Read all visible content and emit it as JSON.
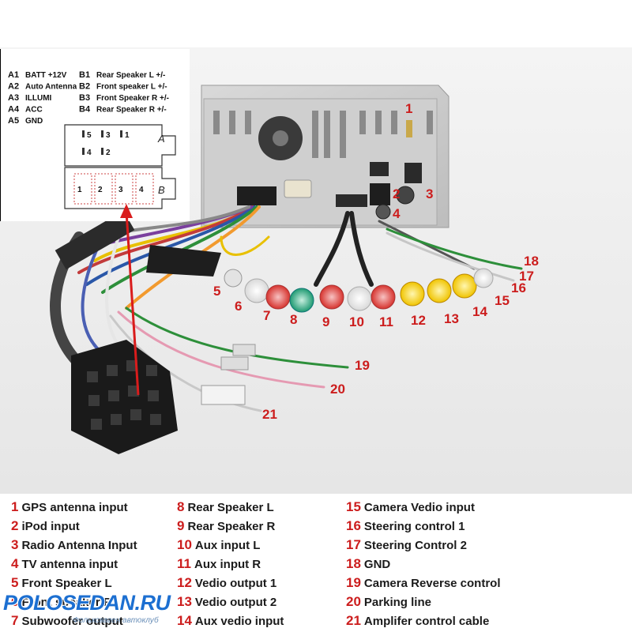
{
  "pinout": {
    "left": [
      {
        "code": "A1",
        "label": "BATT +12V"
      },
      {
        "code": "A2",
        "label": "Auto Antenna"
      },
      {
        "code": "A3",
        "label": "ILLUMI"
      },
      {
        "code": "A4",
        "label": "ACC"
      },
      {
        "code": "A5",
        "label": "GND"
      }
    ],
    "right": [
      {
        "code": "B1",
        "label": "Rear Speaker L +/-"
      },
      {
        "code": "B2",
        "label": "Front speaker L +/-"
      },
      {
        "code": "B3",
        "label": "Front Speaker R +/-"
      },
      {
        "code": "B4",
        "label": "Rear Speaker R +/-"
      }
    ],
    "connector_a": {
      "letter": "A",
      "pins": [
        "5",
        "3",
        "1",
        "4",
        "2"
      ]
    },
    "connector_b": {
      "letter": "B",
      "pins": [
        "1",
        "2",
        "3",
        "4"
      ]
    }
  },
  "callouts": [
    "1",
    "2",
    "3",
    "4",
    "5",
    "6",
    "7",
    "8",
    "9",
    "10",
    "11",
    "12",
    "13",
    "14",
    "15",
    "16",
    "17",
    "18",
    "19",
    "20",
    "21"
  ],
  "legend": {
    "col1": [
      {
        "n": "1",
        "label": "GPS antenna input"
      },
      {
        "n": "2",
        "label": "iPod input"
      },
      {
        "n": "3",
        "label": "Radio Antenna Input"
      },
      {
        "n": "4",
        "label": "TV antenna input"
      },
      {
        "n": "5",
        "label": "Front Speaker L"
      },
      {
        "n": "6",
        "label": "Front speaker R"
      },
      {
        "n": "7",
        "label": "Subwoofer output"
      }
    ],
    "col2": [
      {
        "n": "8",
        "label": "Rear Speaker L"
      },
      {
        "n": "9",
        "label": "Rear Speaker R"
      },
      {
        "n": "10",
        "label": "Aux input L"
      },
      {
        "n": "11",
        "label": "Aux input R"
      },
      {
        "n": "12",
        "label": "Vedio output 1"
      },
      {
        "n": "13",
        "label": "Vedio output 2"
      },
      {
        "n": "14",
        "label": "Aux vedio input"
      }
    ],
    "col3": [
      {
        "n": "15",
        "label": "Camera Vedio input"
      },
      {
        "n": "16",
        "label": "Steering control 1"
      },
      {
        "n": "17",
        "label": "Steering Control 2"
      },
      {
        "n": "18",
        "label": "GND"
      },
      {
        "n": "19",
        "label": "Camera Reverse control"
      },
      {
        "n": "20",
        "label": "Parking line"
      },
      {
        "n": "21",
        "label": "Amplifer control cable"
      }
    ]
  },
  "watermark": {
    "brand": "POLOSEDAN.RU",
    "tagline": "Фольксваген автоклуб"
  },
  "colors": {
    "callout": "#cc1d1d",
    "watermark": "#1c6fd1"
  }
}
